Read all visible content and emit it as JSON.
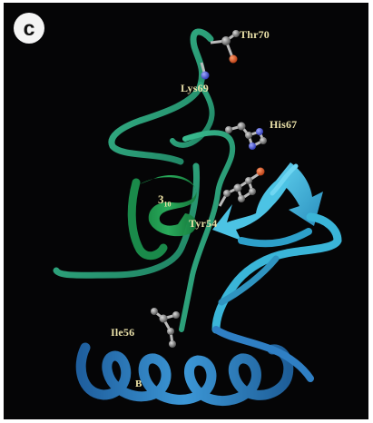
{
  "panel": {
    "letter": "c"
  },
  "labels": {
    "thr70": "Thr70",
    "lys69": "Lys69",
    "his67": "His67",
    "tyr54": "Tyr54",
    "ile56": "Ile56",
    "helix_310_main": "3",
    "helix_310_sub": "10",
    "helix_b": "B"
  },
  "colors": {
    "background": "#050506",
    "loop_green": "#2ea87c",
    "helix_green": "#1f9a4c",
    "strand_cyan": "#3ab5d8",
    "helix_blue": "#2f7fc4",
    "label": "#e9e0a8"
  }
}
